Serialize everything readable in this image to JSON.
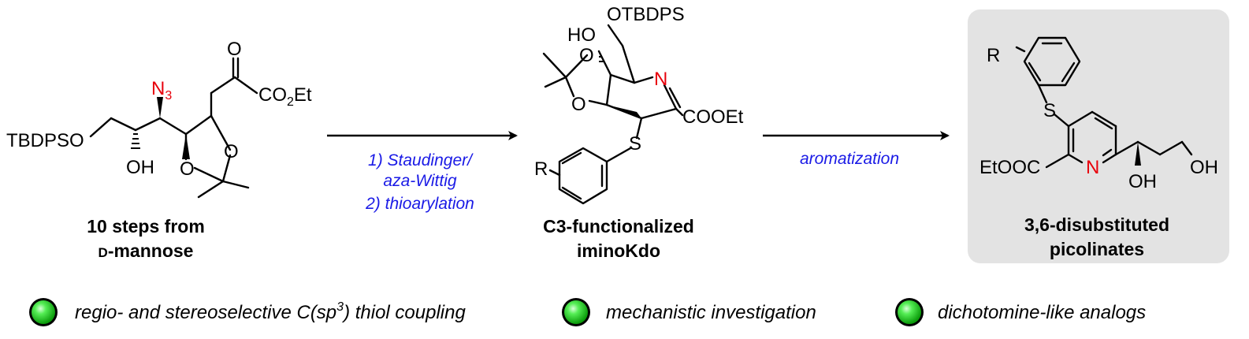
{
  "compound1": {
    "n3_label": "N",
    "n3_subscript": "3",
    "tbdpso_label": "TBDPSO",
    "oh_label": "OH",
    "o_ring1": "O",
    "o_ring2": "O",
    "ketone_o": "O",
    "ester_label": "CO",
    "ester_subscript": "2",
    "ester_suffix": "Et",
    "caption_line1": "10 steps from",
    "caption_line2_prefix": "D",
    "caption_line2_suffix": "-mannose"
  },
  "arrow1": {
    "above": "",
    "below_line1": "1) Staudinger/",
    "below_line2": "aza-Wittig",
    "below_line3": "2) thioarylation"
  },
  "compound2": {
    "otbdps_label": "OTBDPS",
    "ho_label": "HO",
    "o_top": "O",
    "o_bottom": "O",
    "n_label": "N",
    "ester_label": "COOEt",
    "s_label": "S",
    "r_label": "R",
    "caption_line1": "C3-functionalized",
    "caption_line2": "iminoKdo"
  },
  "arrow2": {
    "label": "aromatization"
  },
  "compound3": {
    "r_label": "R",
    "s_label": "S",
    "n_label": "N",
    "ester_label": "EtOOC",
    "oh1_label": "OH",
    "oh2_label": "OH",
    "caption_line1": "3,6-disubstituted",
    "caption_line2": "picolinates"
  },
  "features": [
    {
      "text_prefix": "regio- and stereoselective C(sp",
      "sup": "3",
      "text_suffix": ") thiol coupling"
    },
    {
      "text_prefix": "mechanistic investigation",
      "sup": "",
      "text_suffix": ""
    },
    {
      "text_prefix": "dichotomine-like analogs",
      "sup": "",
      "text_suffix": ""
    }
  ],
  "colors": {
    "heteroatom_red": "#e8000b",
    "condition_blue": "#1a1ae6",
    "highlight_box": "#e3e3e3",
    "bullet_green": "#22dd22"
  }
}
